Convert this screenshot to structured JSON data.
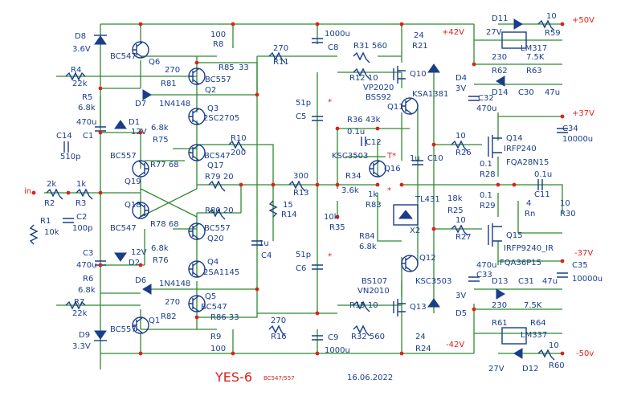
{
  "title": "YES-6",
  "subtitle": "BC547/557",
  "date": "16.06.2022",
  "input_label": "in",
  "labels": {
    "D8": "D8",
    "D8v": "3.6V",
    "Q6": "Q6",
    "Q6t": "BC547",
    "R4": "R4",
    "R4v": "22k",
    "R5": "R5",
    "R5v": "6.8k",
    "C1v": "470u",
    "C1": "C1",
    "C14": "C14",
    "C14v": "510p",
    "R8v": "100",
    "R8": "R8",
    "R85": "R85",
    "R85v": "33",
    "R11v": "270",
    "R11": "R11",
    "C8v": "1000u",
    "C8": "C8",
    "R31": "R31 560",
    "R21v": "24",
    "R21": "R21",
    "plus42": "+42V",
    "D11": "D11",
    "plus50": "+50V",
    "R59v": "10",
    "R59": "R59",
    "V27a": "27V",
    "LM317": "LM317",
    "R81v": "270",
    "R81": "R81",
    "Q2t": "BC557",
    "Q2": "Q2",
    "D7": "D7",
    "D7t": "1N4148",
    "R12": "R12 10",
    "Q10": "Q10",
    "VP2020": "VP2020",
    "BSS92": "BSS92",
    "Q11": "Q11",
    "KSA1381": "KSA1381",
    "D4": "D4",
    "V3a": "3V",
    "R62v": "230",
    "R62": "R62",
    "R63v": "7.5K",
    "R63": "R63",
    "D14": "D14",
    "C30": "C30",
    "C30v": "47u",
    "C32": "C32",
    "C32v": "470u",
    "C5v": "51p",
    "C5": "C5",
    "D1": "D1",
    "D1v": "12V",
    "R75v": "6.8k",
    "R75": "R75",
    "Q3": "Q3",
    "Q3t": "2SC2705",
    "R10": "R10",
    "R10v": "200",
    "Q17t": "BC547",
    "Q17": "Q17",
    "R36": "R36 43k",
    "C12v": "0.1u",
    "C12": "C12",
    "KSC3503a": "KSC3503",
    "Tstar": "T*",
    "Q16": "Q16",
    "C10v": "1u",
    "C10": "C10",
    "plus37": "+37V",
    "R26v": "10",
    "R26": "R26",
    "Q14": "Q14",
    "IRFP240": "IRFP240",
    "FQA28N15": "FQA28N15",
    "C34": "C34",
    "C34v": "10000u",
    "R28v": "0.1",
    "R28": "R28",
    "Q19t": "BC557",
    "R77": "R77 68",
    "Q19": "Q19",
    "R2v": "2k",
    "R2": "R2",
    "R3v": "1k",
    "R3": "R3",
    "R79": "R79 20",
    "R13v": "300",
    "R13": "R13",
    "R34": "R34",
    "R34v": "3.6k",
    "R83v": "1k",
    "R83": "R83",
    "TL431": "TL431",
    "R25v": "18k",
    "R25": "R25",
    "C11v": "0.1u",
    "C11": "C11",
    "R1": "R1",
    "R1v": "10k",
    "C2": "C2",
    "C2v": "100p",
    "Q18": "Q18",
    "R80": "R80 20",
    "R14v": "15",
    "R14": "R14",
    "R35v": "10k",
    "R35": "R35",
    "X2": "X2",
    "R29v": "0.1",
    "R29": "R29",
    "Rn": "Rn",
    "Rnv": "4",
    "R30v": "10",
    "R30": "R30",
    "Q18t": "BC547",
    "R78": "R78 68",
    "Q20t": "BC557",
    "Q20": "Q20",
    "R84": "R84",
    "R84v": "6.8k",
    "R27v": "10",
    "R27": "R27",
    "Q15": "Q15",
    "IRFP9240": "IRFP9240_IR",
    "minus37": "-37V",
    "FQA36P15": "FQA36P15",
    "C4v": "1u",
    "C4": "C4",
    "C3": "C3",
    "C3v": "470u",
    "D2": "D2",
    "D2v": "12V",
    "R76v": "6.8k",
    "R76": "R76",
    "Q4": "Q4",
    "Q4t": "2SA1145",
    "C6v": "51p",
    "C6": "C6",
    "Q12": "Q12",
    "C33v": "470u",
    "C33": "C33",
    "C35": "C35",
    "C35v": "10000u",
    "R6": "R6",
    "R6v": "6.8k",
    "D6": "D6",
    "D6t": "1N4148",
    "BS107": "BS107",
    "VN2010": "VN2010",
    "KSC3503b": "KSC3503",
    "D13": "D13",
    "C31": "C31",
    "C31v": "47u",
    "Q5": "Q5",
    "Q5t": "BC547",
    "R7": "R7",
    "R7v": "22k",
    "R82v": "270",
    "R82": "R82",
    "R15": "R15 10",
    "Q13": "Q13",
    "V3b": "3V",
    "D5": "D5",
    "R61v": "230",
    "R61": "R61",
    "R64v": "7.5K",
    "R64": "R64",
    "D9": "D9",
    "D9v": "3.3V",
    "Q1t": "BC557",
    "Q1": "Q1",
    "R86": "R86 33",
    "R16v": "270",
    "R16": "R16",
    "R32": "R32 560",
    "R24v": "24",
    "R24": "R24",
    "LM337": "LM337",
    "R9": "R9",
    "R9v": "100",
    "C9": "C9",
    "C9v": "1000u",
    "minus42": "-42V",
    "V27b": "27V",
    "D12": "D12",
    "R60v": "10",
    "R60": "R60",
    "minus50": "-50v"
  }
}
